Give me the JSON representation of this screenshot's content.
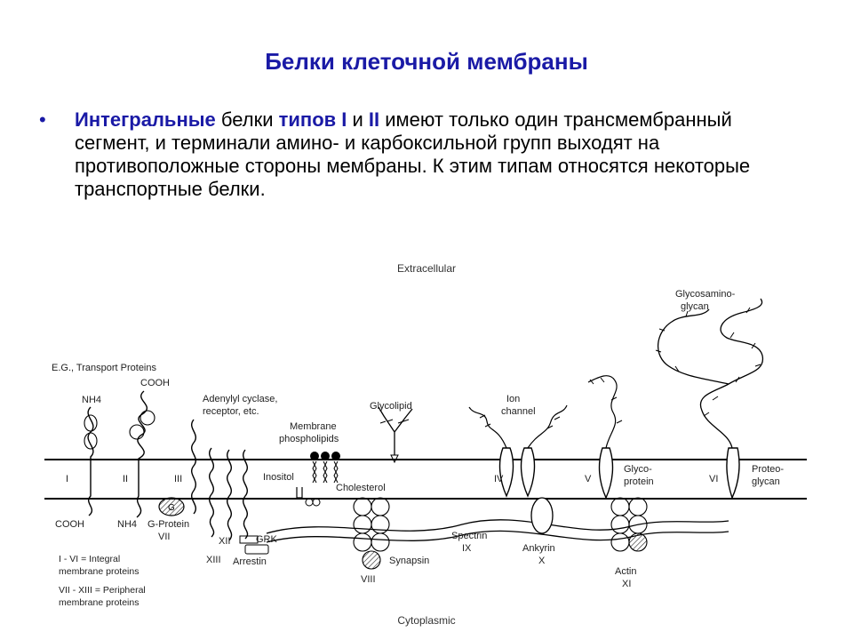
{
  "slide": {
    "title": "Белки клеточной мембраны",
    "bullet": {
      "symbol": "•",
      "t1": "Интегральные",
      "t2": " белки ",
      "t3": "типов I",
      "t4": " и ",
      "t5": "II",
      "t6": " имеют только один трансмембранный сегмент, и терминали амино- и карбоксильной групп выходят на противоположные стороны мембраны. К этим типам относятся некоторые транспортные белки."
    }
  },
  "figure": {
    "labels": {
      "extracellular": "Extracellular",
      "cytoplasmic": "Cytoplasmic",
      "eg_transport": "E.G., Transport Proteins",
      "cooh_top": "COOH",
      "nh4_top": "NH4",
      "roman_1": "I",
      "cooh_bottom": "COOH",
      "roman_2": "II",
      "nh4_bottom": "NH4",
      "g_letter": "G",
      "g_protein": "G-Protein",
      "roman_7": "VII",
      "adenylyl_1": "Adenylyl cyclase,",
      "adenylyl_2": "receptor, etc.",
      "roman_3": "III",
      "roman_12": "XII",
      "roman_13": "XIII",
      "grk": "GRK",
      "arrestin": "Arrestin",
      "membrane_1": "Membrane",
      "membrane_2": "phospholipids",
      "inositol": "Inositol",
      "cholesterol": "Cholesterol",
      "glycolipid": "Glycolipid",
      "roman_8": "VIII",
      "synapsin": "Synapsin",
      "spectrin": "Spectrin",
      "roman_9": "IX",
      "ion_1": "Ion",
      "ion_2": "channel",
      "roman_4": "IV",
      "ankyrin": "Ankyrin",
      "roman_10": "X",
      "roman_5": "V",
      "glyco_1": "Glyco-",
      "glyco_2": "protein",
      "actin": "Actin",
      "roman_11": "XI",
      "gag_1": "Glycosamino-",
      "gag_2": "glycan",
      "roman_6": "VI",
      "proteo_1": "Proteo-",
      "proteo_2": "glycan",
      "legend_1": "I - VI = Integral",
      "legend_2": "membrane proteins",
      "legend_3": "VII - XIII = Peripheral",
      "legend_4": "membrane proteins"
    }
  }
}
